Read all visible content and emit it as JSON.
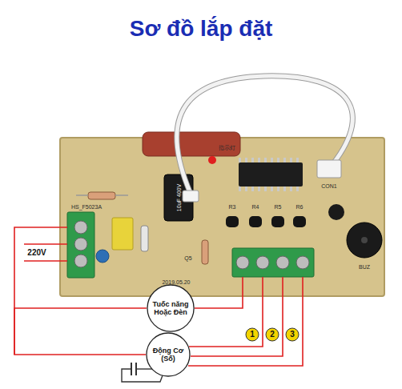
{
  "diagram": {
    "title": "Sơ đồ lắp đặt",
    "nodes": [
      {
        "text": [
          "Tuốc năng Hoặc Đèn"
        ]
      },
      {
        "text": [
          "Động Cơ (Số)"
        ]
      }
    ],
    "edges": [
      {
        "from": 0,
        "to": 1,
        "arrow": "none"
      }
    ],
    "labels": [
      "220V",
      "1",
      "2",
      "3",
      "HS_F5023A",
      "2019.05.20",
      "10uF 400V",
      "CON1",
      "BUZ",
      "Q5",
      "R3",
      "R4",
      "R5",
      "R6",
      "指示灯"
    ]
  }
}
